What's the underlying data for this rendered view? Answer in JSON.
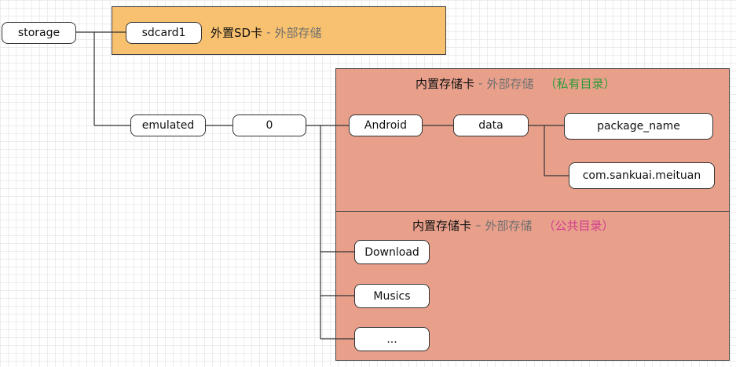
{
  "nodes": {
    "storage": "storage",
    "sdcard1": "sdcard1",
    "emulated": "emulated",
    "zero": "0",
    "android": "Android",
    "data": "data",
    "package_name": "package_name",
    "meituan": "com.sankuai.meituan",
    "download": "Download",
    "musics": "Musics",
    "more": "..."
  },
  "labels": {
    "external": {
      "name": "外置SD卡",
      "sep": "-",
      "desc": "外部存储"
    },
    "internal_private": {
      "name": "内置存储卡",
      "sep": "-",
      "desc": "外部存储",
      "tag": "（私有目录）"
    },
    "internal_public": {
      "name": "内置存储卡",
      "sep": "–",
      "desc": "外部存储",
      "tag": "（公共目录）"
    }
  },
  "colors": {
    "external_region": "#f8c16f",
    "internal_region": "#e8a08b",
    "private_tag": "#2e9b3a",
    "public_tag": "#d23c8f"
  }
}
